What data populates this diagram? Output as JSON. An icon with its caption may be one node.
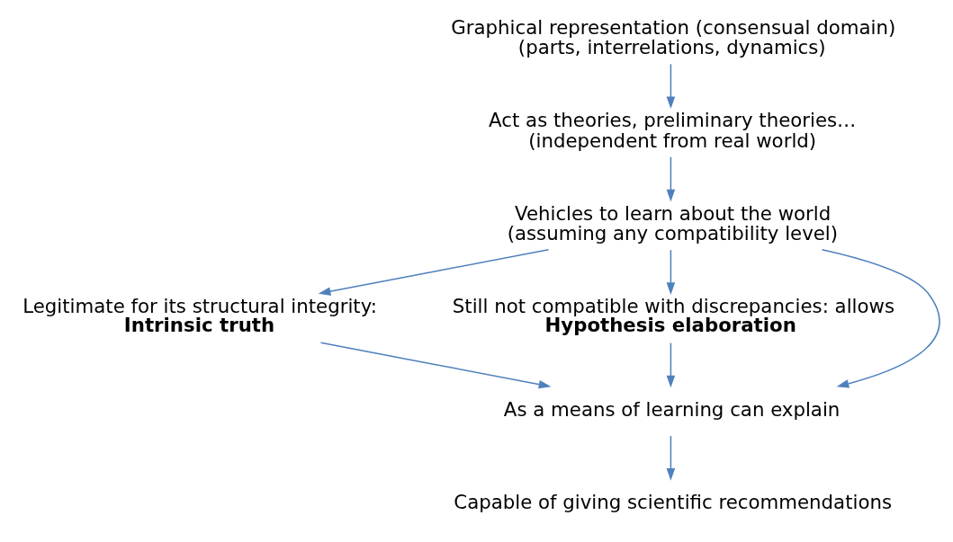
{
  "diagram": {
    "nodes": [
      {
        "text": [
          "Graphical representation (consensual domain)",
          "(parts, interrelations, dynamics)"
        ]
      },
      {
        "text": [
          "Act as theories, preliminary theories…",
          "(independent from real world)"
        ]
      },
      {
        "text": [
          "Vehicles to learn about the world",
          "(assuming any compatibility level)"
        ]
      },
      {
        "text": [
          "Legitimate for its structural integrity:",
          "Intrinsic truth"
        ]
      },
      {
        "text": [
          "Still not compatible with discrepancies: allows",
          "Hypothesis elaboration"
        ]
      },
      {
        "text": [
          "As a means of learning can explain"
        ]
      },
      {
        "text": [
          "Capable of giving scientific recommendations"
        ]
      }
    ],
    "edges": [
      {
        "from": 0,
        "to": 1,
        "arrow": "to"
      },
      {
        "from": 1,
        "to": 2,
        "arrow": "to"
      },
      {
        "from": 2,
        "to": 3,
        "arrow": "to"
      },
      {
        "from": 2,
        "to": 5,
        "arrow": "to"
      },
      {
        "from": 2,
        "to": 4,
        "arrow": "to"
      },
      {
        "from": 3,
        "to": 5,
        "arrow": "to"
      },
      {
        "from": 4,
        "to": 5,
        "arrow": "to"
      },
      {
        "from": 5,
        "to": 6,
        "arrow": "to"
      }
    ]
  }
}
